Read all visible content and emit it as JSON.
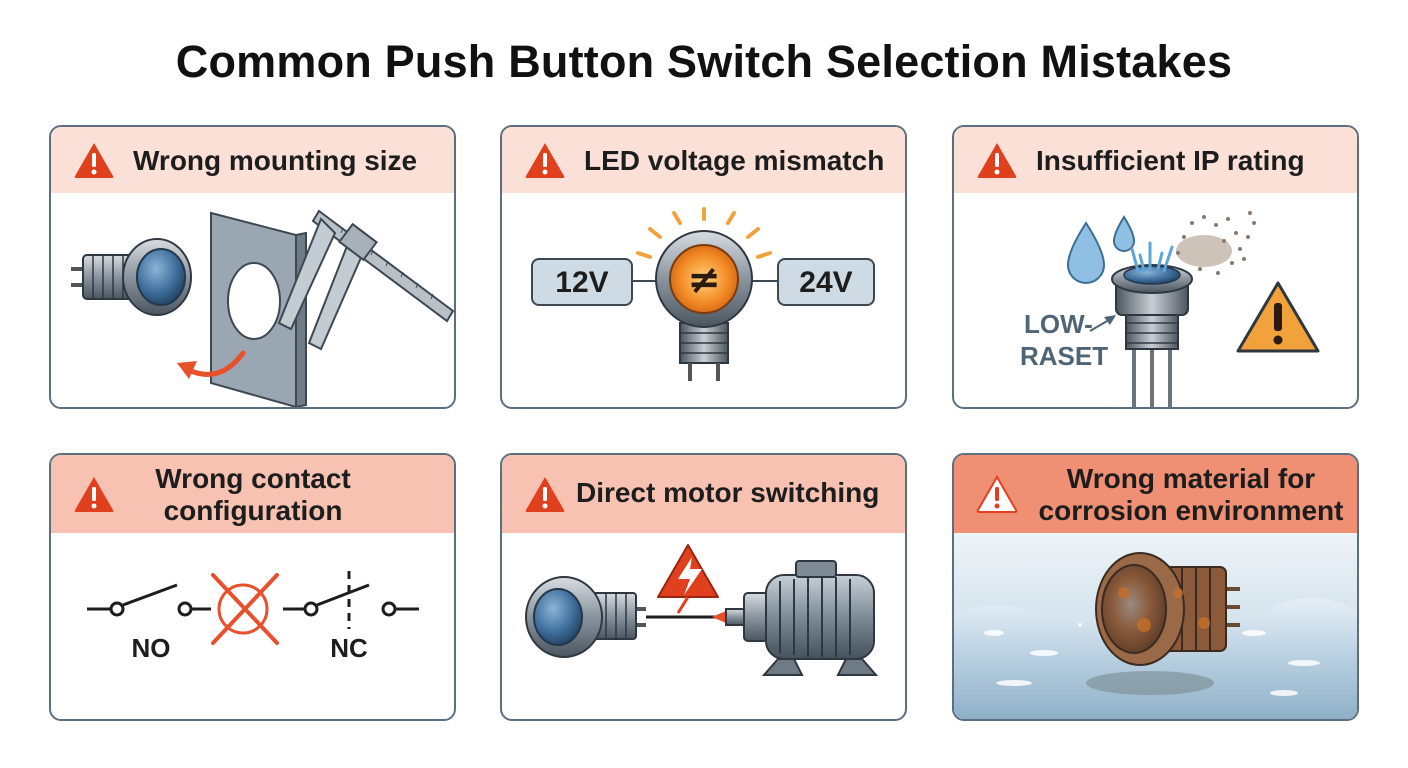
{
  "title": "Common Push Button Switch Selection Mistakes",
  "colors": {
    "border": "#5b6f80",
    "header_light": "#fbe0d8",
    "header_mid": "#f7c2b2",
    "header_strong": "#ef8f73",
    "warning_red": "#e0401e",
    "arrow_red": "#e8502c",
    "amber": "#f2a23a"
  },
  "cards": [
    {
      "label": "Wrong mounting size",
      "icon": "warning-icon"
    },
    {
      "label": "LED voltage mismatch",
      "icon": "warning-icon",
      "left_value": "12V",
      "right_value": "24V",
      "symbol": "≠"
    },
    {
      "label": "Insufficient IP rating",
      "icon": "warning-icon",
      "callout_line1": "LOW-",
      "callout_line2": "RASET"
    },
    {
      "label_line1": "Wrong contact",
      "label_line2": "configuration",
      "icon": "warning-icon",
      "no_label": "NO",
      "nc_label": "NC"
    },
    {
      "label": "Direct motor switching",
      "icon": "warning-icon"
    },
    {
      "label_line1": "Wrong material for",
      "label_line2": "corrosion environment",
      "icon": "warning-icon"
    }
  ]
}
